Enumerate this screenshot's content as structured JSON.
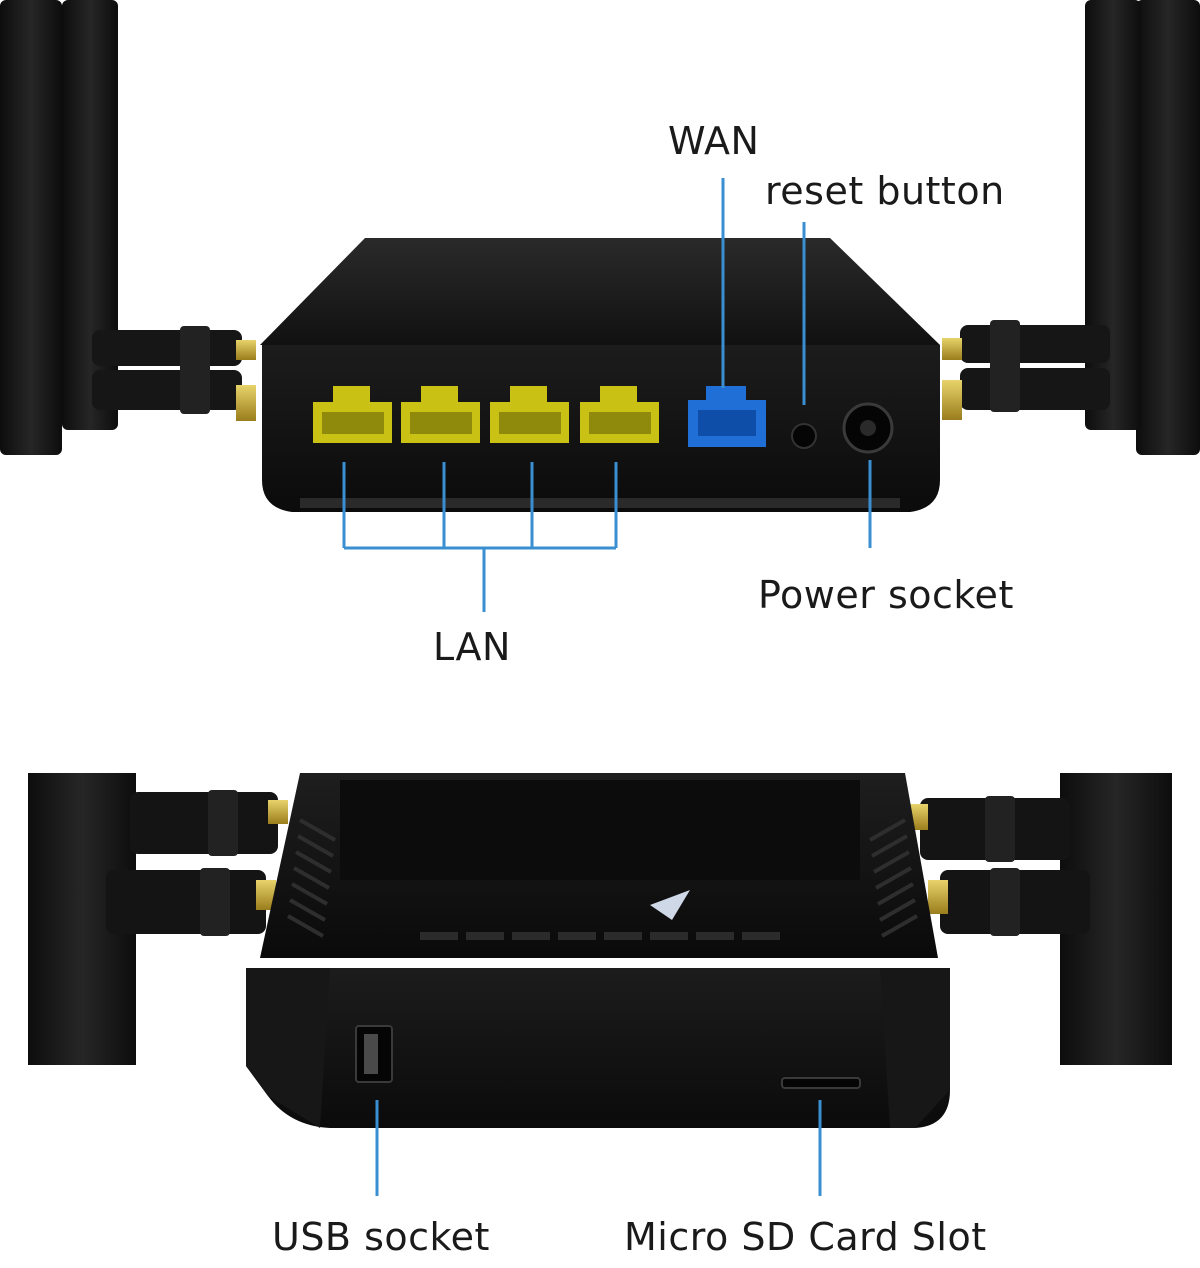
{
  "labels": {
    "wan": "WAN",
    "reset": "reset button",
    "power": "Power socket",
    "lan": "LAN",
    "usb": "USB socket",
    "sd": "Micro SD Card Slot"
  },
  "colors": {
    "callout_line": "#3a8fd0",
    "lan_port": "#c9c214",
    "wan_port": "#1f6fd6",
    "router_body": "#141414"
  },
  "icons": [
    "antenna-icon",
    "ethernet-port-icon",
    "usb-port-icon",
    "sd-slot-icon",
    "power-jack-icon"
  ]
}
